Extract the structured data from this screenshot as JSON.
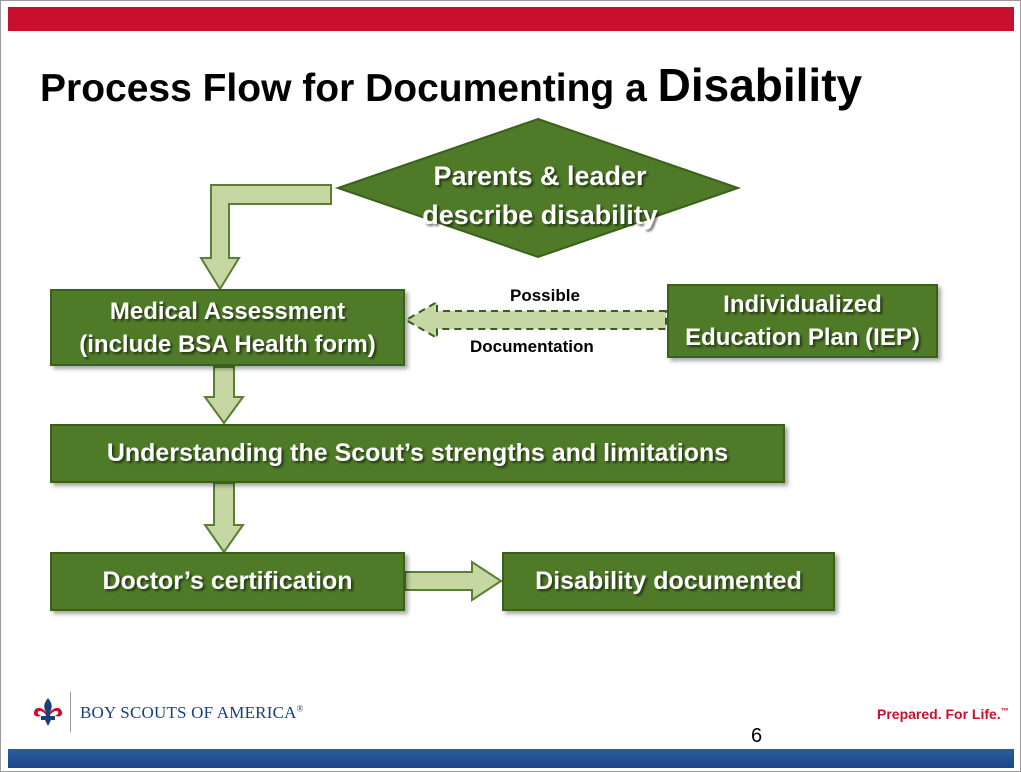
{
  "slide": {
    "title_main": "Process Flow for Documenting a ",
    "title_emphasis": "Disability",
    "page_number": "6"
  },
  "flow": {
    "start": {
      "line1": "Parents & leader",
      "line2": "describe disability"
    },
    "medical": {
      "line1": "Medical Assessment",
      "line2": "(include BSA Health form)"
    },
    "iep": {
      "line1": "Individualized",
      "line2": "Education Plan (IEP)"
    },
    "understanding": "Understanding the Scout’s strengths and limitations",
    "doctor": "Doctor’s certification",
    "documented": "Disability documented",
    "dashed_label_top": "Possible",
    "dashed_label_bottom": "Documentation"
  },
  "footer": {
    "org_name": "BOY SCOUTS OF AMERICA",
    "org_mark": "®",
    "tagline": "Prepared. For Life.",
    "tagline_mark": "™"
  },
  "colors": {
    "box_fill": "#4f7a28",
    "arrow_fill": "#c5d8a4",
    "brand_red": "#c8102e",
    "brand_blue": "#1c4585"
  }
}
